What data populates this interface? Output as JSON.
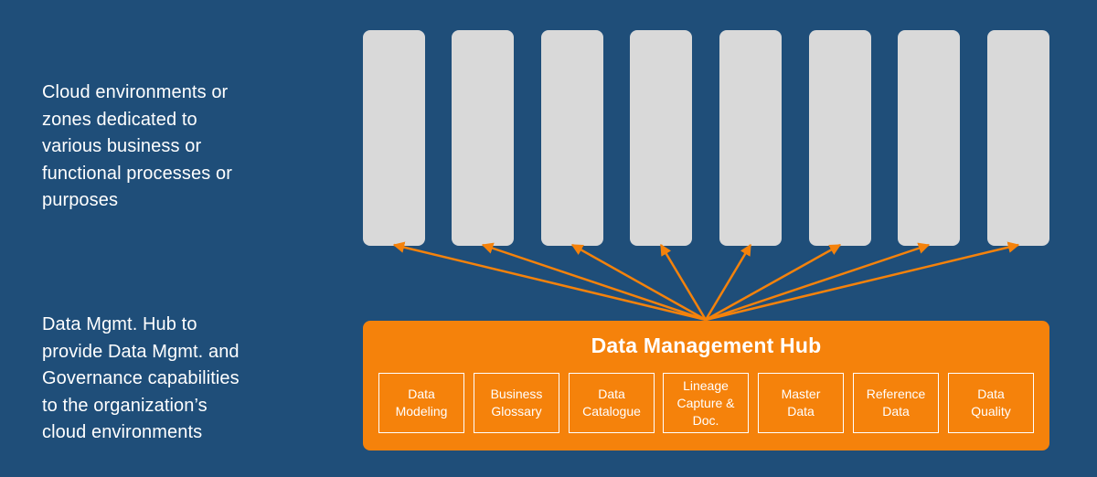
{
  "left_labels": {
    "cloud_zones": "Cloud environments or\nzones dedicated to\nvarious business or\nfunctional processes or\npurposes",
    "hub": "Data Mgmt. Hub to\nprovide Data Mgmt. and\nGovernance capabilities\nto the organization’s\ncloud environments"
  },
  "hub": {
    "title": "Data Management Hub",
    "capabilities": [
      "Data\nModeling",
      "Business\nGlossary",
      "Data\nCatalogue",
      "Lineage\nCapture &\nDoc.",
      "Master\nData",
      "Reference\nData",
      "Data\nQuality"
    ]
  },
  "zone_count": 8,
  "colors": {
    "background": "#1f4e79",
    "zone": "#d9d9d9",
    "hub": "#f5820b",
    "arrow": "#f5820b",
    "text": "#ffffff"
  }
}
